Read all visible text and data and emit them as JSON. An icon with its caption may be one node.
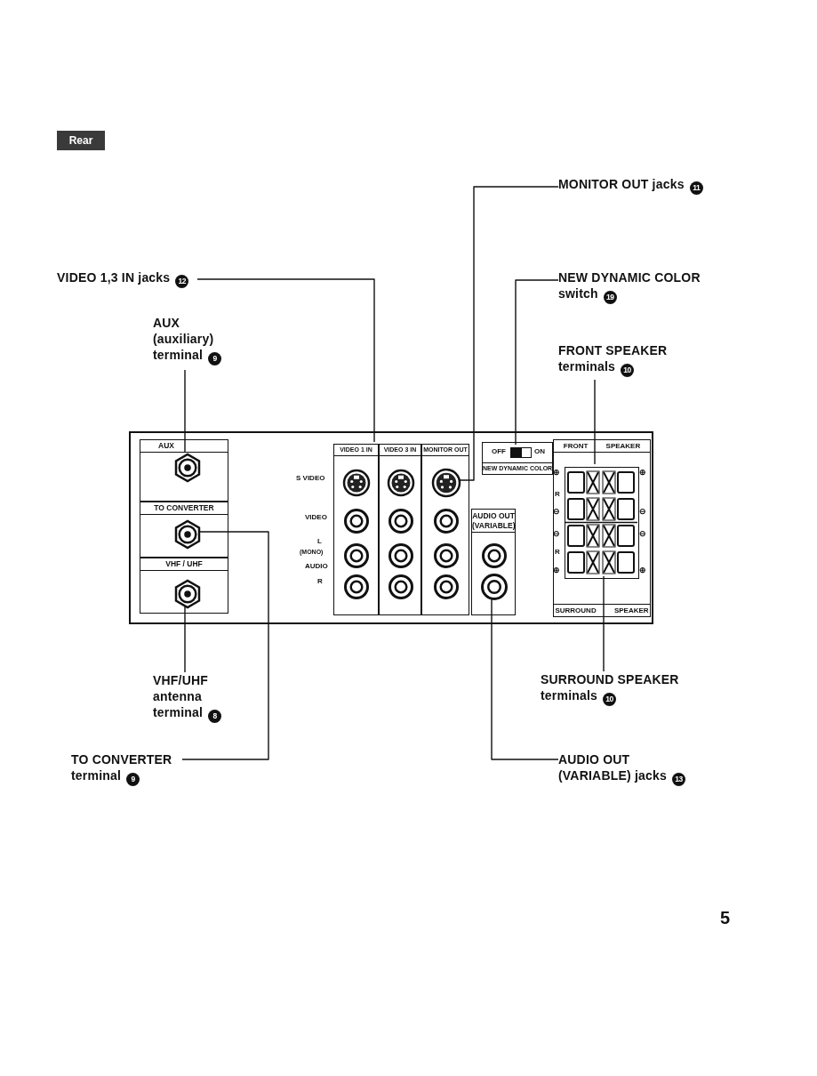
{
  "diagram": {
    "nodes": [
      {
        "text": [
          "Rear"
        ]
      },
      {
        "text": [
          "MONITOR OUT jacks",
          "11"
        ]
      },
      {
        "text": [
          "VIDEO 1,3 IN jacks",
          "12"
        ]
      },
      {
        "text": [
          "NEW DYNAMIC COLOR switch",
          "19"
        ]
      },
      {
        "text": [
          "AUX (auxiliary) terminal",
          "9"
        ]
      },
      {
        "text": [
          "FRONT SPEAKER terminals",
          "10"
        ]
      },
      {
        "text": [],
        "shape": "box"
      },
      {
        "text": [
          "AUX"
        ],
        "in": 6
      },
      {
        "text": [
          "TO CONVERTER"
        ],
        "in": 6
      },
      {
        "text": [
          "VHF / UHF"
        ],
        "in": 6
      },
      {
        "text": [
          "VIDEO 1 IN"
        ],
        "in": 6
      },
      {
        "text": [
          "VIDEO 3 IN"
        ],
        "in": 6
      },
      {
        "text": [
          "MONITOR OUT"
        ],
        "in": 6
      },
      {
        "text": [
          "OFF",
          "ON",
          "NEW DYNAMIC COLOR"
        ],
        "in": 6
      },
      {
        "text": [
          "AUDIO OUT (VARIABLE)"
        ],
        "in": 6
      },
      {
        "text": [
          "FRONT SPEAKER",
          "SURROUND SPEAKER"
        ],
        "in": 6
      },
      {
        "text": [],
        "shape": "circle",
        "in": 7
      },
      {
        "text": [],
        "shape": "circle",
        "in": 8
      },
      {
        "text": [],
        "shape": "circle",
        "in": 9
      },
      {
        "text": [],
        "shape": "circle",
        "in": 12
      },
      {
        "text": [],
        "shape": "box",
        "in": 13
      },
      {
        "text": [],
        "shape": "circle",
        "in": 14
      },
      {
        "text": [],
        "shape": "box",
        "in": 15
      },
      {
        "text": [
          "VHF/UHF antenna terminal",
          "8"
        ]
      },
      {
        "text": [
          "TO CONVERTER terminal",
          "9"
        ]
      },
      {
        "text": [
          "SURROUND SPEAKER terminals",
          "10"
        ]
      },
      {
        "text": [
          "AUDIO OUT (VARIABLE) jacks",
          "13"
        ]
      }
    ],
    "edges": [
      {
        "from": 1,
        "to": 19,
        "arrow": "none"
      },
      {
        "from": 2,
        "to": 10,
        "arrow": "none"
      },
      {
        "from": 3,
        "to": 20,
        "arrow": "none"
      },
      {
        "from": 4,
        "to": 16,
        "arrow": "none"
      },
      {
        "from": 5,
        "to": 22,
        "arrow": "none"
      },
      {
        "from": 23,
        "to": 18,
        "arrow": "none"
      },
      {
        "from": 24,
        "to": 17,
        "arrow": "none"
      },
      {
        "from": 25,
        "to": 22,
        "arrow": "none"
      },
      {
        "from": 26,
        "to": 21,
        "arrow": "none"
      }
    ],
    "labels": [
      "S VIDEO",
      "VIDEO",
      "L",
      "(MONO)",
      "AUDIO",
      "R",
      "⊕",
      "R",
      "⊖",
      "⊖",
      "R",
      "⊕",
      "⊕",
      "⊖",
      "⊖",
      "⊕",
      "5"
    ]
  }
}
